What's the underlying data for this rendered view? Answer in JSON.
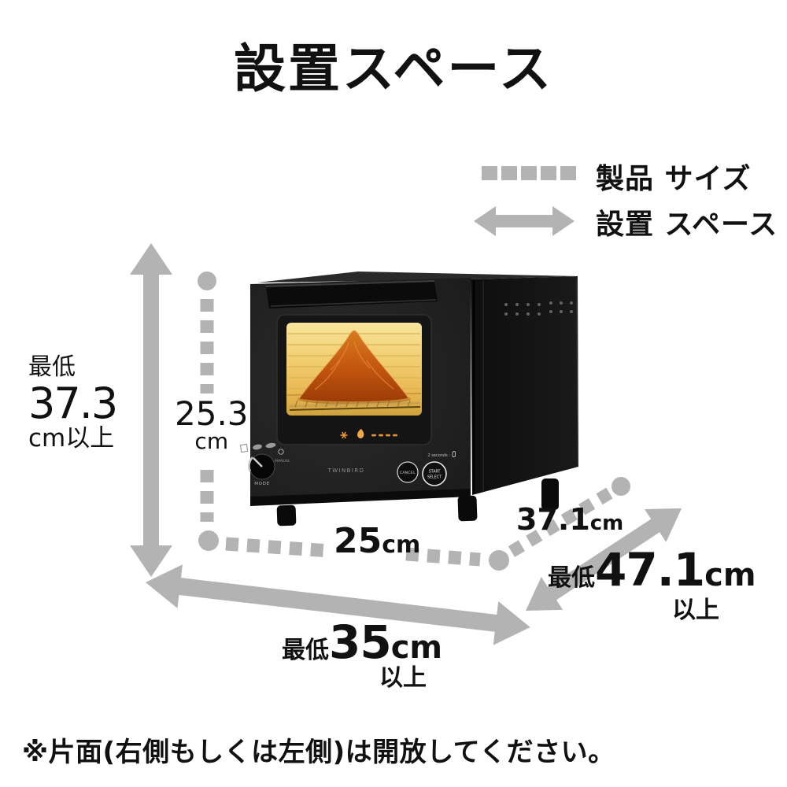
{
  "title": "設置スペース",
  "legend": {
    "product_size": "製品 サイズ",
    "install_space": "設置 スペース"
  },
  "dimensions": {
    "height_space": {
      "prefix": "最低",
      "value": "37.3",
      "suffix": "cm以上"
    },
    "height_product": {
      "value": "25.3",
      "unit": "cm"
    },
    "width_product": {
      "value": "25",
      "unit": "cm"
    },
    "depth_product": {
      "value": "37.1",
      "unit": "cm"
    },
    "width_space": {
      "prefix": "最低",
      "value": "35",
      "unit": "cm",
      "suffix": "以上"
    },
    "depth_space": {
      "prefix": "最低",
      "value": "47.1",
      "unit": "cm",
      "suffix": "以上"
    }
  },
  "product": {
    "brand": "TWINBIRD",
    "controls": {
      "mode": "MODE",
      "manual": "MANUAL",
      "cancel": "CANCEL",
      "start": "START",
      "select": "SELECT",
      "hold_hint": "2 seconds :"
    }
  },
  "footer_note": "※片面(右側もしくは左側)は開放してください。",
  "colors": {
    "background": "#ffffff",
    "text": "#111111",
    "measure_gray": "#b3b3b3",
    "product_body": "#1e1e1e",
    "window_glow": "#f2cf72",
    "croissant": "#c2540f",
    "indicator_glow": "#e8952f"
  }
}
